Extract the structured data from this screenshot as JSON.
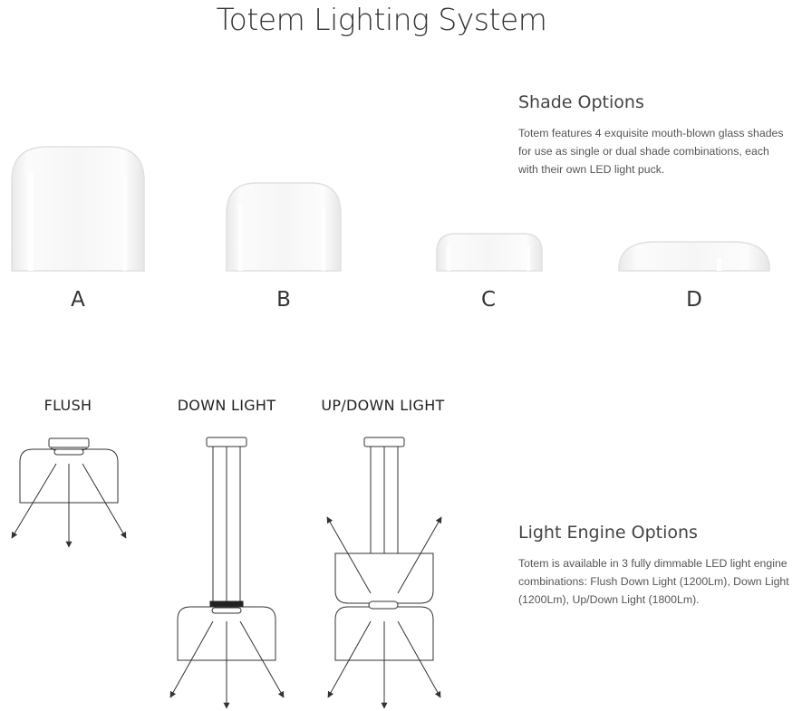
{
  "page": {
    "title": "Totem Lighting System"
  },
  "shade_options": {
    "heading": "Shade Options",
    "description": "Totem features 4 exquisite mouth-blown glass shades for use as single or dual shade combinations, each with their own LED light puck.",
    "shades": [
      {
        "label": "A"
      },
      {
        "label": "B"
      },
      {
        "label": "C"
      },
      {
        "label": "D"
      }
    ]
  },
  "light_engine_options": {
    "heading": "Light Engine Options",
    "description": "Totem is available in 3 fully dimmable LED light engine combinations: Flush Down Light (1200Lm), Down Light (1200Lm), Up/Down Light (1800Lm).",
    "engines": [
      {
        "label": "FLUSH"
      },
      {
        "label": "DOWN LIGHT"
      },
      {
        "label": "UP/DOWN LIGHT"
      }
    ]
  },
  "colors": {
    "text": "#333333",
    "line": "#333333",
    "glass_edge": "#e2e2e2",
    "glass_fill": "#f7f7f7"
  }
}
